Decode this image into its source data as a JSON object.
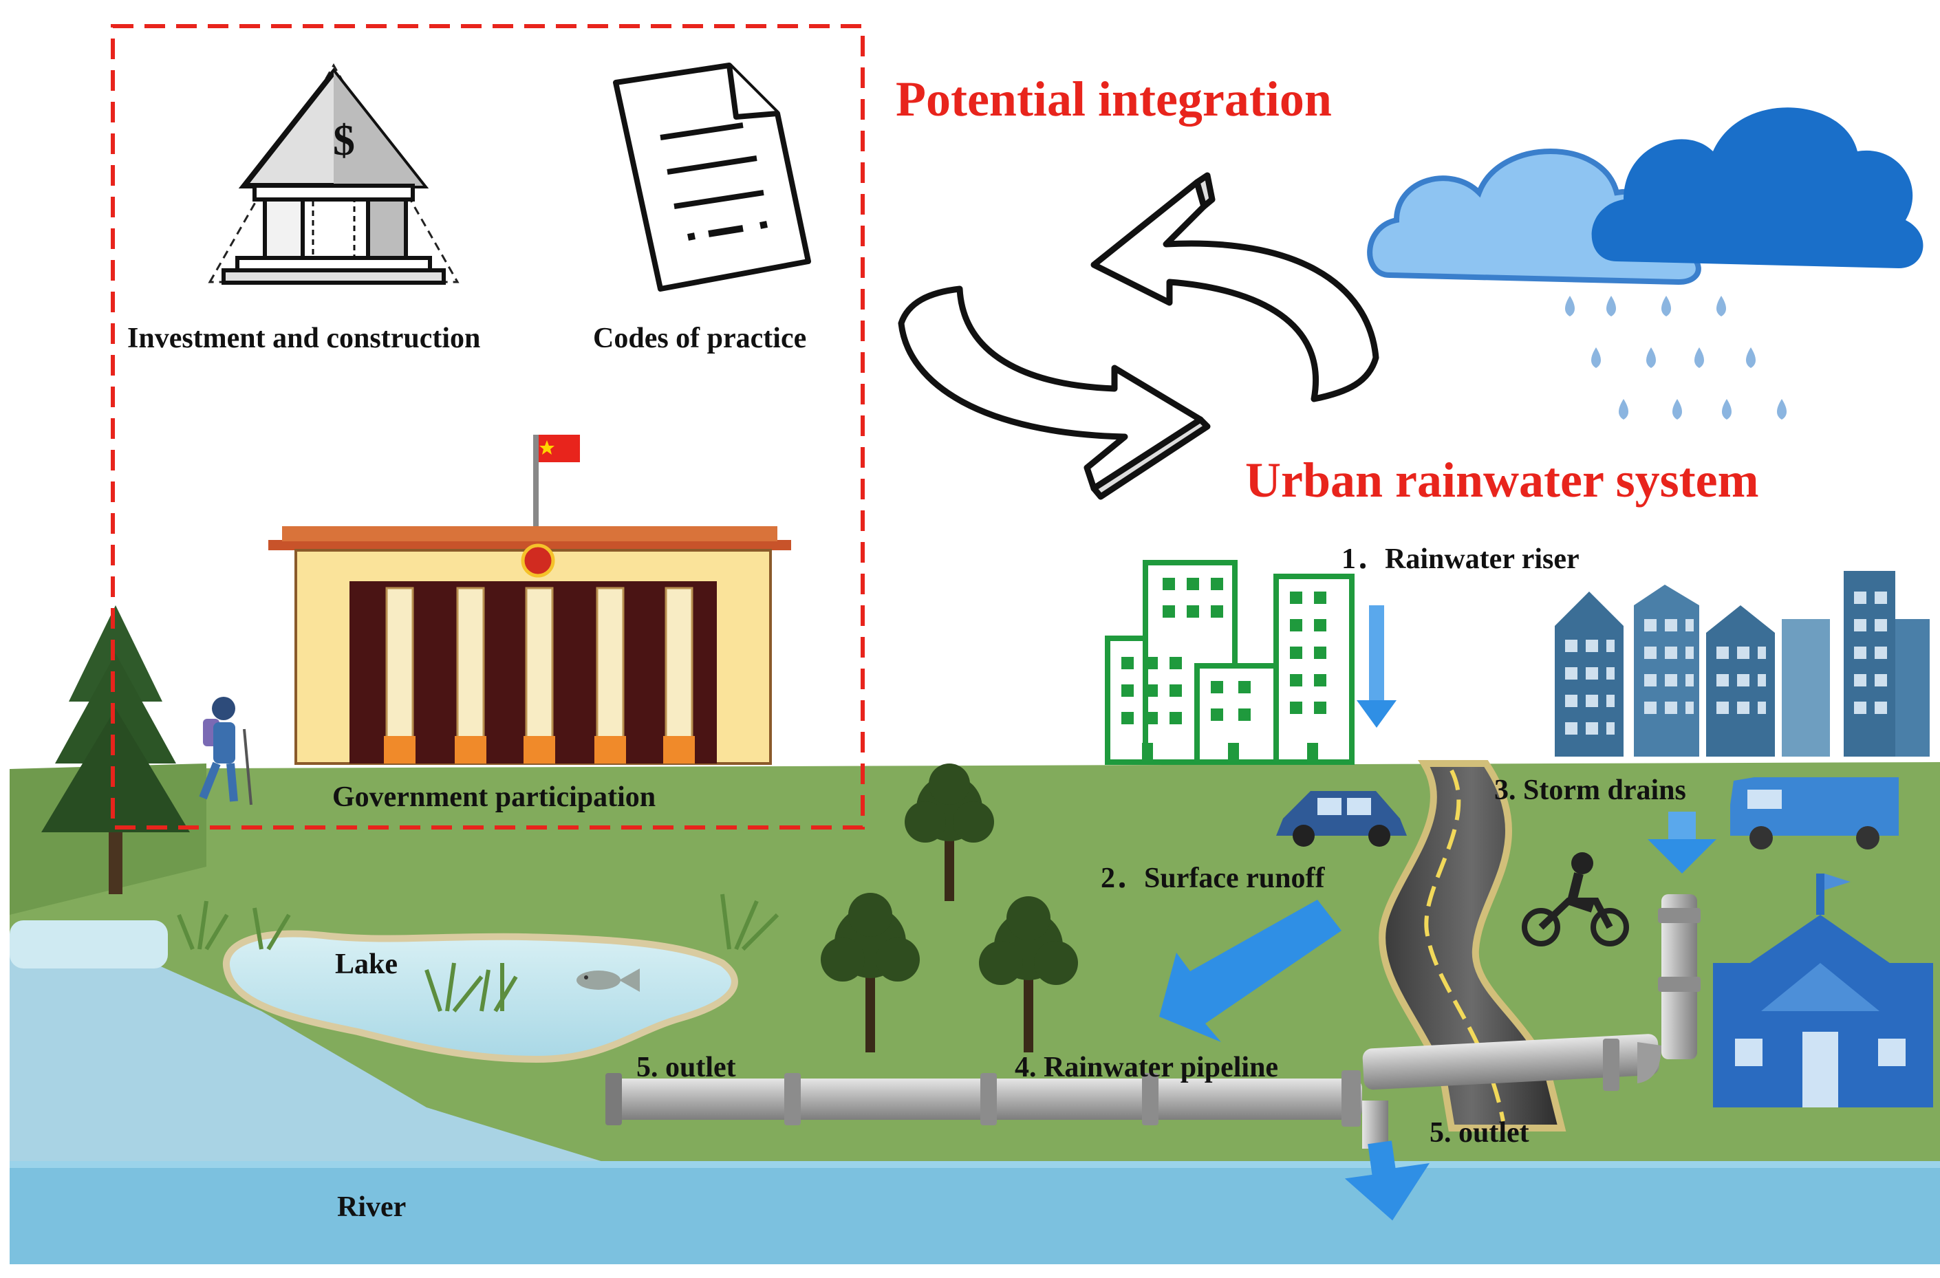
{
  "labels": {
    "potential_integration": "Potential integration",
    "urban_rainwater_system": "Urban rainwater system",
    "investment_and_construction": "Investment and construction",
    "codes_of_practice": "Codes of practice",
    "government_participation": "Government participation",
    "rainwater_riser": "1．Rainwater riser",
    "surface_runoff": "2．Surface runoff",
    "storm_drains": "3. Storm drains",
    "rainwater_pipeline": "4. Rainwater pipeline",
    "outlet_left": "5. outlet",
    "outlet_right": "5. outlet",
    "lake": "Lake",
    "river": "River",
    "dollar_sign": "$"
  },
  "colors": {
    "heading_red": "#e8241c",
    "dashed_box_red": "#e8241c",
    "grass": "#82ab5c",
    "river": "#7cc1df",
    "lake": "#bfe3ec",
    "flow_arrow_blue": "#2f8fe5",
    "cloud_light": "#8ec4f2",
    "cloud_dark": "#1a6fc9",
    "raindrop": "#8bb5e0",
    "green_building": "#1f9a3d",
    "city_blue": "#3b6e96",
    "pipe_gray": "#a6a6a6",
    "tree_green": "#2f4d1f"
  },
  "icons": [
    "bank-dollar-icon",
    "document-icon",
    "government-building-icon",
    "china-flag-icon",
    "recycle-arrows-icon",
    "rain-cloud-icon",
    "car-icon",
    "van-icon",
    "motorcycle-icon",
    "school-building-icon",
    "hiker-icon",
    "fish-icon"
  ]
}
